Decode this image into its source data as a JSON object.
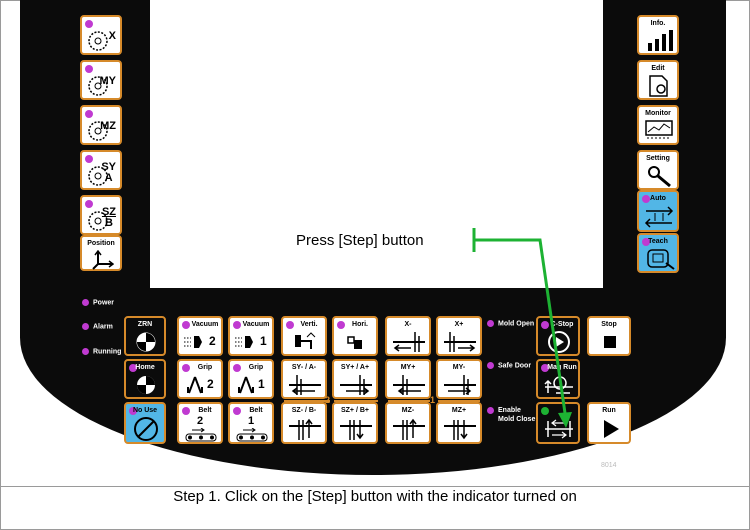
{
  "left_keys": [
    {
      "id": "x",
      "label": "X"
    },
    {
      "id": "my",
      "label": "MY"
    },
    {
      "id": "mz",
      "label": "MZ"
    },
    {
      "id": "sy",
      "label": "SY",
      "sub": "A"
    },
    {
      "id": "sz",
      "label": "SZ",
      "sub": "B"
    },
    {
      "id": "position",
      "label": "Position"
    }
  ],
  "right_keys": [
    {
      "id": "info",
      "label": "Info."
    },
    {
      "id": "edit",
      "label": "Edit"
    },
    {
      "id": "monitor",
      "label": "Monitor"
    },
    {
      "id": "setting",
      "label": "Setting"
    },
    {
      "id": "auto",
      "label": "Auto"
    },
    {
      "id": "teach",
      "label": "Teach"
    }
  ],
  "indicators": {
    "power": "Power",
    "alarm": "Alarm",
    "running": "Running"
  },
  "mode_keys": {
    "zrn": "ZRN",
    "home": "Home",
    "nouse": "No Use"
  },
  "vacuum": {
    "label": "Vacuum",
    "n2": "2",
    "n1": "1"
  },
  "grip": {
    "label": "Grip",
    "n2": "2",
    "n1": "1"
  },
  "belt": {
    "label": "Belt",
    "n2": "2",
    "n1": "1"
  },
  "verti_horiz": {
    "verti": "Verti.",
    "horiz": "Hori."
  },
  "axis_keys": {
    "sy_minus": "SY- / A-",
    "sy_plus": "SY+ / A+",
    "sz_minus": "SZ- / B-",
    "sz_plus": "SZ+ / B+",
    "x_minus": "X-",
    "x_plus": "X+",
    "my_plus": "MY+",
    "my_minus": "MY-",
    "mz_minus": "MZ-",
    "mz_plus": "MZ+"
  },
  "group_numbers": {
    "g2": "2",
    "g1": "1"
  },
  "right_panel": {
    "mold_open": "Mold Open",
    "safe_door": "Safe Door",
    "enable": "Enable",
    "mold_close": "Mold Close",
    "cstop": "C-Stop",
    "mag_run": "Mag Run",
    "stop": "Stop",
    "run": "Run"
  },
  "annotation": "Press [Step] button",
  "serial": "8014",
  "caption": "Step 1. Click on the [Step] button with the indicator turned on",
  "colors": {
    "panel": "#0b0b0b",
    "key_border": "#d68a2a",
    "blue_key": "#52b6e6",
    "led": "#c03ad1",
    "arrow": "#1db233",
    "step_led": "#1db233"
  }
}
